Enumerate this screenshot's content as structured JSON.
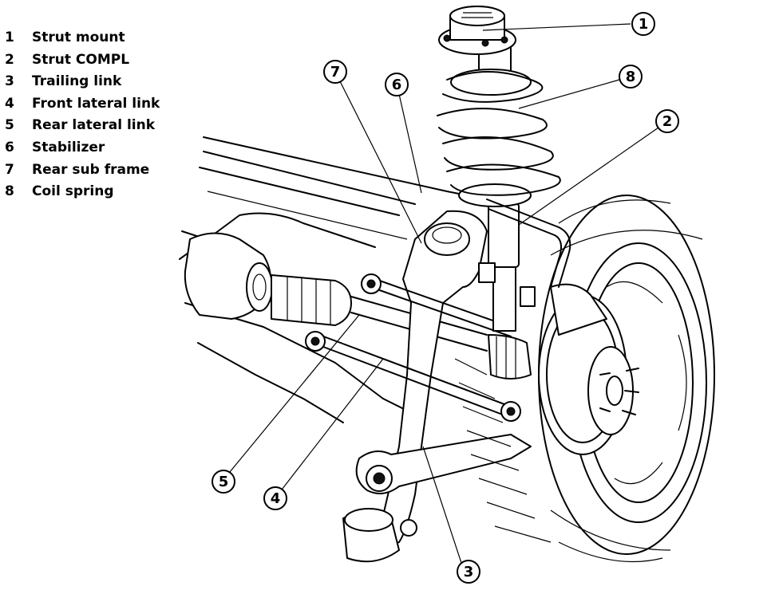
{
  "legend": [
    {
      "number": "1",
      "label": "Strut mount"
    },
    {
      "number": "2",
      "label": "Strut COMPL"
    },
    {
      "number": "3",
      "label": "Trailing link"
    },
    {
      "number": "4",
      "label": "Front lateral link"
    },
    {
      "number": "5",
      "label": "Rear lateral link"
    },
    {
      "number": "6",
      "label": "Stabilizer"
    },
    {
      "number": "7",
      "label": "Rear sub frame"
    },
    {
      "number": "8",
      "label": "Coil spring"
    }
  ],
  "callouts": [
    "1",
    "2",
    "3",
    "4",
    "5",
    "6",
    "7",
    "8"
  ],
  "colors": {
    "ink": "#000000",
    "paper": "#ffffff"
  }
}
